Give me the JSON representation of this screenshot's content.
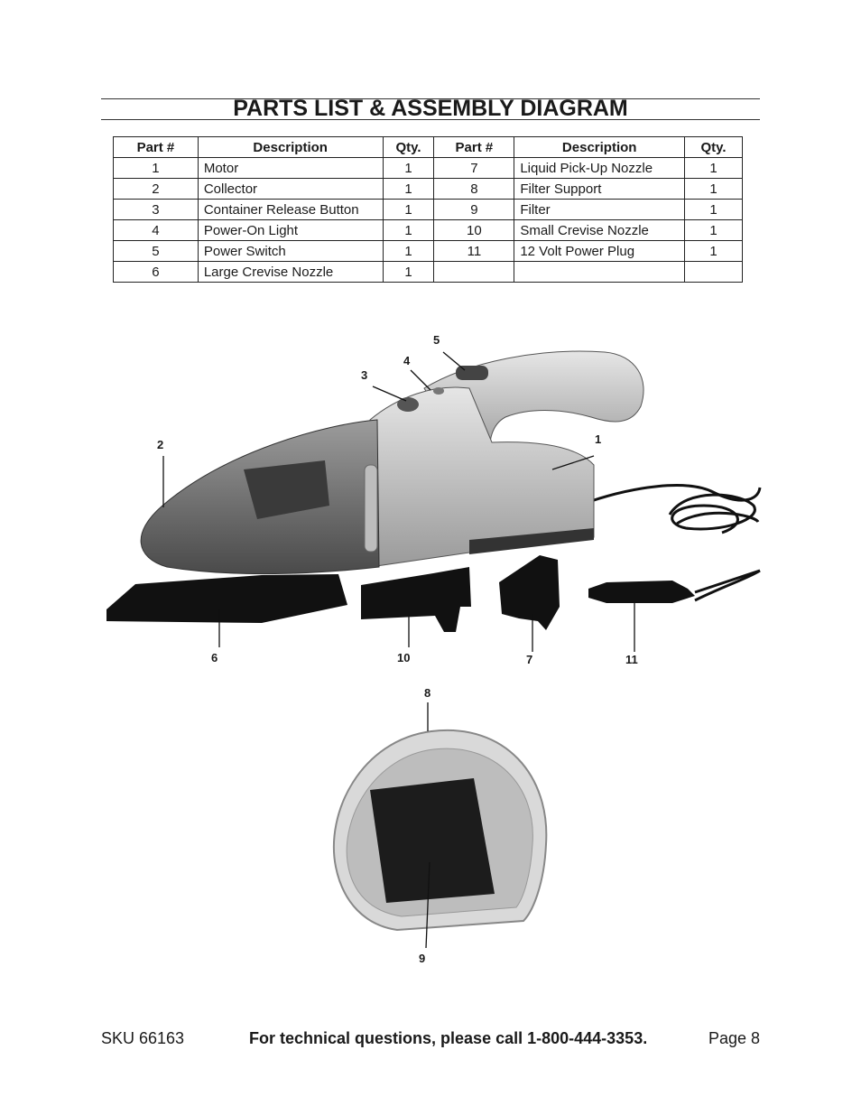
{
  "title": "PARTS LIST & ASSEMBLY DIAGRAM",
  "table": {
    "headers": [
      "Part #",
      "Description",
      "Qty.",
      "Part #",
      "Description",
      "Qty."
    ],
    "rows": [
      [
        "1",
        "Motor",
        "1",
        "7",
        "Liquid Pick-Up Nozzle",
        "1"
      ],
      [
        "2",
        "Collector",
        "1",
        "8",
        "Filter Support",
        "1"
      ],
      [
        "3",
        "Container Release Button",
        "1",
        "9",
        "Filter",
        "1"
      ],
      [
        "4",
        "Power-On Light",
        "1",
        "10",
        "Small Crevise Nozzle",
        "1"
      ],
      [
        "5",
        "Power Switch",
        "1",
        "11",
        "12 Volt Power Plug",
        "1"
      ],
      [
        "6",
        "Large Crevise Nozzle",
        "1",
        "",
        "",
        ""
      ]
    ]
  },
  "callouts": {
    "c1": "1",
    "c2": "2",
    "c3": "3",
    "c4": "4",
    "c5": "5",
    "c6": "6",
    "c7": "7",
    "c8": "8",
    "c9": "9",
    "c10": "10",
    "c11": "11"
  },
  "footer": {
    "sku": "SKU 66163",
    "tech": "For technical questions, please call 1-800-444-3353.",
    "page": "Page 8"
  }
}
